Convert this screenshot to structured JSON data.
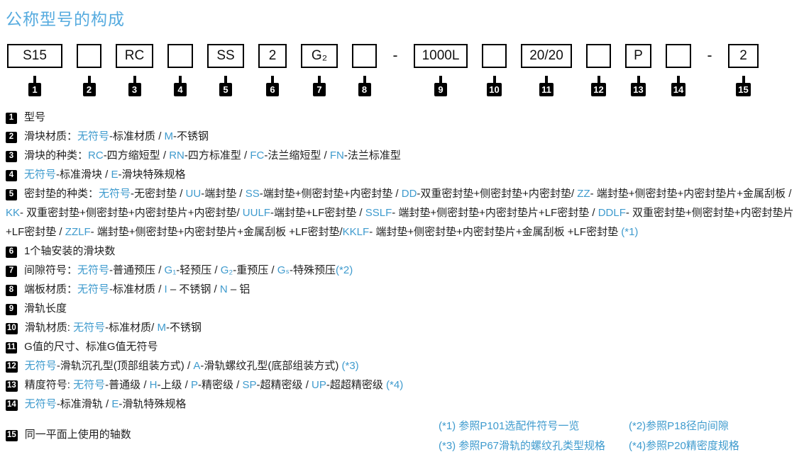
{
  "title": "公称型号的构成",
  "colors": {
    "title_blue": "#56abdf",
    "accent_blue": "#3f9bce",
    "text": "#1f1f1f",
    "badge_bg": "#000000"
  },
  "model_row": {
    "segments": [
      {
        "type": "box",
        "label": "S15",
        "num": "1",
        "width": 78
      },
      {
        "type": "box",
        "label": "",
        "num": "2",
        "width": 35
      },
      {
        "type": "box",
        "label": "RC",
        "num": "3",
        "width": 53
      },
      {
        "type": "box",
        "label": "",
        "num": "4",
        "width": 36
      },
      {
        "type": "box",
        "label": "SS",
        "num": "5",
        "width": 52
      },
      {
        "type": "box",
        "label": "2",
        "num": "6",
        "width": 40
      },
      {
        "type": "box",
        "label": "G₂",
        "num": "7",
        "width": 52
      },
      {
        "type": "box",
        "label": "",
        "num": "8",
        "width": 35
      },
      {
        "type": "dash",
        "label": "-"
      },
      {
        "type": "box",
        "label": "1000L",
        "num": "9",
        "width": 76
      },
      {
        "type": "box",
        "label": "",
        "num": "10",
        "width": 35
      },
      {
        "type": "box",
        "label": "20/20",
        "num": "11",
        "width": 72
      },
      {
        "type": "box",
        "label": "",
        "num": "12",
        "width": 35
      },
      {
        "type": "box",
        "label": "P",
        "num": "13",
        "width": 37
      },
      {
        "type": "box",
        "label": "",
        "num": "14",
        "width": 36
      },
      {
        "type": "dash",
        "label": "-"
      },
      {
        "type": "box",
        "label": "2",
        "num": "15",
        "width": 43
      }
    ]
  },
  "legend": {
    "items": [
      {
        "num": "1",
        "segments": [
          {
            "t": "型号"
          }
        ]
      },
      {
        "num": "2",
        "segments": [
          {
            "t": "滑块材质："
          },
          {
            "t": "无符号",
            "c": "b"
          },
          {
            "t": "-标准材质 / "
          },
          {
            "t": "M",
            "c": "b"
          },
          {
            "t": "-不锈钢"
          }
        ]
      },
      {
        "num": "3",
        "segments": [
          {
            "t": "滑块的种类："
          },
          {
            "t": "RC",
            "c": "b"
          },
          {
            "t": "-四方缩短型 / "
          },
          {
            "t": "RN",
            "c": "b"
          },
          {
            "t": "-四方标准型 / "
          },
          {
            "t": "FC",
            "c": "b"
          },
          {
            "t": "-法兰缩短型 / "
          },
          {
            "t": "FN",
            "c": "b"
          },
          {
            "t": "-法兰标准型"
          }
        ]
      },
      {
        "num": "4",
        "segments": [
          {
            "t": "无符号",
            "c": "b"
          },
          {
            "t": "-标准滑块 / "
          },
          {
            "t": "E",
            "c": "b"
          },
          {
            "t": "-滑块特殊规格"
          }
        ]
      },
      {
        "num": "5",
        "segments": [
          {
            "t": "密封垫的种类："
          },
          {
            "t": "无符号",
            "c": "b"
          },
          {
            "t": "-无密封垫 / "
          },
          {
            "t": "UU",
            "c": "b"
          },
          {
            "t": "-端封垫 / "
          },
          {
            "t": "SS",
            "c": "b"
          },
          {
            "t": "-端封垫+侧密封垫+内密封垫 / "
          },
          {
            "t": "DD",
            "c": "b"
          },
          {
            "t": "-双重密封垫+侧密封垫+内密封垫/ "
          },
          {
            "t": "ZZ",
            "c": "b"
          },
          {
            "t": "- 端封垫+侧密封垫+内密封垫片+金属刮板 / "
          },
          {
            "t": "KK",
            "c": "b"
          },
          {
            "t": "- 双重密封垫+侧密封垫+内密封垫片+内密封垫/ "
          },
          {
            "t": "UULF",
            "c": "b"
          },
          {
            "t": "-端封垫+LF密封垫 / "
          },
          {
            "t": "SSLF",
            "c": "b"
          },
          {
            "t": "- 端封垫+侧密封垫+内密封垫片+LF密封垫 / "
          },
          {
            "t": "DDLF",
            "c": "b"
          },
          {
            "t": "- 双重密封垫+侧密封垫+内密封垫片+LF密封垫 / "
          },
          {
            "t": "ZZLF",
            "c": "b"
          },
          {
            "t": "- 端封垫+侧密封垫+内密封垫片+金属刮板 +LF密封垫/"
          },
          {
            "t": "KKLF",
            "c": "b"
          },
          {
            "t": "- 端封垫+侧密封垫+内密封垫片+金属刮板 +LF密封垫 "
          },
          {
            "t": "(*1)",
            "c": "b"
          }
        ]
      },
      {
        "num": "6",
        "segments": [
          {
            "t": "1个轴安装的滑块数"
          }
        ]
      },
      {
        "num": "7",
        "segments": [
          {
            "t": "间隙符号："
          },
          {
            "t": "无符号",
            "c": "b"
          },
          {
            "t": "-普通预压 / "
          },
          {
            "t": "G₁",
            "c": "b"
          },
          {
            "t": "-轻预压 / "
          },
          {
            "t": "G₂",
            "c": "b"
          },
          {
            "t": "-重预压 / "
          },
          {
            "t": "Gₛ",
            "c": "b"
          },
          {
            "t": "-特殊预压"
          },
          {
            "t": "(*2)",
            "c": "b"
          }
        ]
      },
      {
        "num": "8",
        "segments": [
          {
            "t": "端板材质："
          },
          {
            "t": "无符号",
            "c": "b"
          },
          {
            "t": "-标准材质 / "
          },
          {
            "t": "I",
            "c": "b"
          },
          {
            "t": " – 不锈钢 / "
          },
          {
            "t": "N",
            "c": "b"
          },
          {
            "t": " – 铝"
          }
        ]
      },
      {
        "num": "9",
        "segments": [
          {
            "t": "滑轨长度"
          }
        ]
      },
      {
        "num": "10",
        "segments": [
          {
            "t": "滑轨材质: "
          },
          {
            "t": "无符号",
            "c": "b"
          },
          {
            "t": "-标准材质/ "
          },
          {
            "t": "M",
            "c": "b"
          },
          {
            "t": "-不锈钢"
          }
        ]
      },
      {
        "num": "11",
        "segments": [
          {
            "t": "G值的尺寸、标准G值无符号"
          }
        ]
      },
      {
        "num": "12",
        "segments": [
          {
            "t": "无符号",
            "c": "b"
          },
          {
            "t": "-滑轨沉孔型(顶部组装方式) / "
          },
          {
            "t": "A",
            "c": "b"
          },
          {
            "t": "-滑轨螺纹孔型(底部组装方式) "
          },
          {
            "t": "(*3)",
            "c": "b"
          }
        ]
      },
      {
        "num": "13",
        "segments": [
          {
            "t": "精度符号: "
          },
          {
            "t": "无符号",
            "c": "b"
          },
          {
            "t": "-普通级 / "
          },
          {
            "t": "H",
            "c": "b"
          },
          {
            "t": "-上级 / "
          },
          {
            "t": "P",
            "c": "b"
          },
          {
            "t": "-精密级 / "
          },
          {
            "t": "SP",
            "c": "b"
          },
          {
            "t": "-超精密级 / "
          },
          {
            "t": "UP",
            "c": "b"
          },
          {
            "t": "-超超精密级 "
          },
          {
            "t": "(*4)",
            "c": "b"
          }
        ]
      },
      {
        "num": "14",
        "segments": [
          {
            "t": "无符号",
            "c": "b"
          },
          {
            "t": "-标准滑轨 / "
          },
          {
            "t": "E",
            "c": "b"
          },
          {
            "t": "-滑轨特殊规格"
          }
        ]
      },
      {
        "num": "15",
        "segments": [
          {
            "t": "同一平面上使用的轴数"
          }
        ]
      }
    ]
  },
  "footnotes": {
    "rows": [
      {
        "left": "(*1) 参照P101选配件符号一览",
        "right": "(*2)参照P18径向间隙"
      },
      {
        "left": "(*3) 参照P67滑轨的螺纹孔类型规格",
        "right": "(*4)参照P20精密度规格"
      }
    ]
  }
}
